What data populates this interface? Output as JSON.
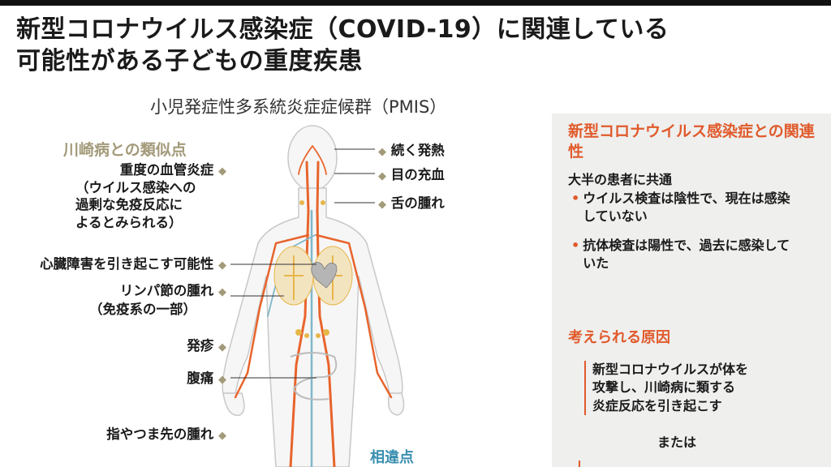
{
  "header": {
    "title_line1": "新型コロナウイルス感染症（COVID-19）に関連している",
    "title_line2": "可能性がある子どもの重度疾患",
    "subtitle": "小児発症性多系統炎症症候群（PMIS）"
  },
  "left_labels": {
    "heading": "川崎病との類似点",
    "vascular": [
      "重度の血管炎症",
      "（ウイルス感染への",
      "過剰な免疫反応に",
      "よるとみられる）"
    ],
    "heart": "心臓障害を引き起こす可能性",
    "lymph": [
      "リンパ節の腫れ",
      "（免疫系の一部）"
    ],
    "rash": "発疹",
    "abdominal": "腹痛",
    "fingers": "指やつま先の腫れ",
    "marker": "◆"
  },
  "right_labels": {
    "fever": "続く発熱",
    "eyes": "目の充血",
    "tongue": "舌の腫れ",
    "marker": "◆"
  },
  "differences": {
    "heading": "相違点"
  },
  "panel": {
    "heading": "新型コロナウイルス感染症との関連性",
    "common": "大半の患者に共通",
    "bullets": [
      "ウイルス検査は陰性で、現在は感染していない",
      "抗体検査は陽性で、過去に感染していた"
    ],
    "bullet_marker": "•",
    "cause_heading": "考えられる原因",
    "cause_lines": [
      "新型コロナウイルスが体を",
      "攻撃し、川崎病に類する",
      "炎症反応を引き起こす"
    ],
    "or": "または"
  },
  "colors": {
    "accent_orange": "#e05a2b",
    "similarity_khaki": "#a39a7a",
    "difference_blue": "#3a8fb0",
    "panel_bg": "#efefee"
  }
}
